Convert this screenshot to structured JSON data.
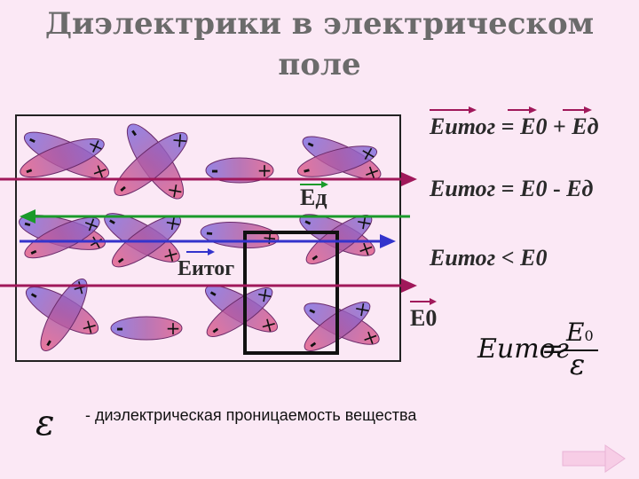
{
  "title": {
    "line1": "Диэлектрики в электрическом",
    "line2": "поле"
  },
  "equations": {
    "eq1": {
      "lhs": "Eитог",
      "op1": "=",
      "t1": "E0",
      "op2": "+",
      "t2": "Eд"
    },
    "eq2": {
      "lhs": "Eитог",
      "op1": "=",
      "t1": "E0",
      "op2": "-",
      "t2": "Eд"
    },
    "eq3": {
      "lhs": "Eитог",
      "op1": "<",
      "t1": "E0"
    }
  },
  "labels": {
    "ed": "Eд",
    "eitog": "Eитог",
    "e0": "E0"
  },
  "formula": {
    "lhs": "Eитог",
    "eq": "=",
    "num": "E",
    "num_sub": "0",
    "den": "ε"
  },
  "note": {
    "symbol": "ε",
    "text": "- диэлектрическая проницаемость вещества"
  },
  "colors": {
    "background": "#fbe8f5",
    "e0_arrow": "#a0185a",
    "ed_arrow": "#1a9a2a",
    "eitog_arrow": "#3333cc",
    "molecule": "#c2548a",
    "molecule_alt": "#7a5ad8"
  },
  "icons": {
    "navigation": "arrow-right-icon"
  }
}
